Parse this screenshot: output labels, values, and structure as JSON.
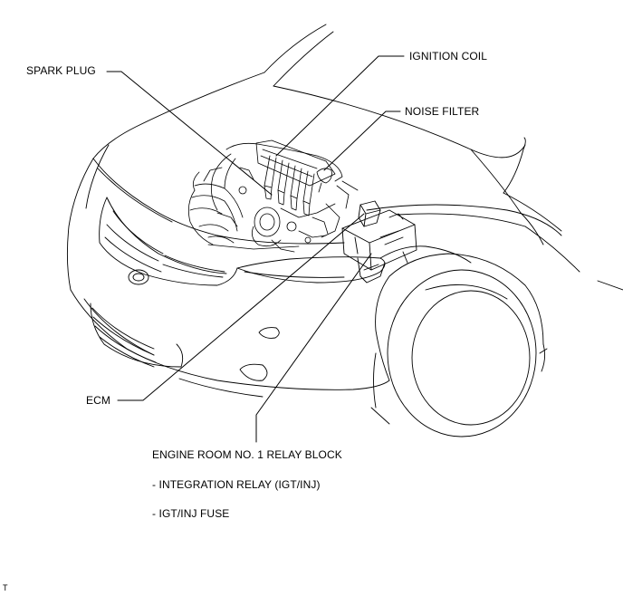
{
  "labels": {
    "spark_plug": "SPARK PLUG",
    "ignition_coil": "IGNITION COIL",
    "noise_filter": "NOISE FILTER",
    "ecm": "ECM",
    "relay_block": "ENGINE ROOM NO. 1 RELAY BLOCK",
    "relay_items": [
      "- INTEGRATION RELAY (IGT/INJ)",
      "- IGT/INJ FUSE"
    ]
  },
  "figure_code": "T",
  "colors": {
    "line": "#000000",
    "background": "#ffffff"
  }
}
